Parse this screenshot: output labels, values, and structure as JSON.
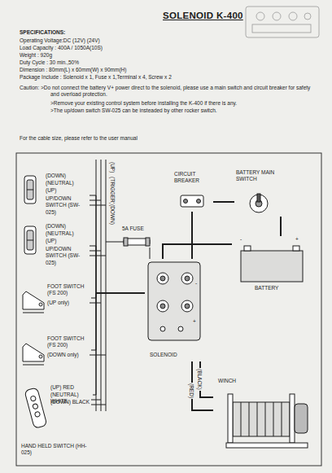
{
  "diagram": {
    "title": "SOLENOID K-400",
    "nodes": [
      {
        "text": [
          "(DOWN)",
          "(NEUTRAL)",
          "(UP)",
          "UP/DOWN SWITCH (SW-025)"
        ]
      },
      {
        "text": [
          "(DOWN)",
          "(NEUTRAL)",
          "(UP)",
          "UP/DOWN SWITCH (SW-025)"
        ]
      },
      {
        "text": [
          "FOOT SWITCH (FS 200)",
          "(UP only)"
        ]
      },
      {
        "text": [
          "FOOT SWITCH (FS 200)",
          "(DOWN only)"
        ]
      },
      {
        "text": [
          "(UP) RED",
          "(NEUTRAL) WHITE",
          "(DOWN) BLACK",
          "HAND HELD SWITCH (HH-025)"
        ]
      },
      {
        "text": [
          "5A FUSE"
        ]
      },
      {
        "text": [
          "CIRCUIT BREAKER"
        ]
      },
      {
        "text": [
          "BATTERY MAIN SWITCH"
        ]
      },
      {
        "text": [
          "-",
          "+",
          "BATTERY"
        ]
      },
      {
        "text": [
          "SOLENOID"
        ]
      },
      {
        "text": [
          "WINCH"
        ]
      }
    ],
    "edges": [
      {
        "from": 0,
        "to": 9,
        "arrow": "none"
      },
      {
        "from": 1,
        "to": 9,
        "arrow": "none"
      },
      {
        "from": 2,
        "to": 9,
        "arrow": "none"
      },
      {
        "from": 3,
        "to": 9,
        "arrow": "none"
      },
      {
        "from": 4,
        "to": 9,
        "arrow": "none"
      },
      {
        "from": 5,
        "to": 9,
        "arrow": "none"
      },
      {
        "from": 9,
        "to": 6,
        "arrow": "none"
      },
      {
        "from": 6,
        "to": 7,
        "arrow": "none"
      },
      {
        "from": 7,
        "to": 8,
        "arrow": "none"
      },
      {
        "from": 8,
        "to": 9,
        "arrow": "none"
      },
      {
        "from": 9,
        "to": 10,
        "label": "(BLACK)",
        "arrow": "none"
      },
      {
        "from": 9,
        "to": 10,
        "label": "(RED)",
        "arrow": "none"
      }
    ],
    "labels": [
      "SPECIFICATIONS:",
      "Operating Voltage:DC (12V) (24V)",
      "Load Capacity : 400A / 1050A(10S)",
      "Weight : 920g",
      "Duty Cycle : 30 min.,50%",
      "Dimension : 80mm(L) x 60mm(W) x 90mm(H)",
      "Package Include : Solenoid x 1, Fuse x 1,Terminal x 4, Screw x 2",
      "Caution: >Do not connect the battery V+ power direct to the solenoid, please use a main switch and circuit breaker for safety and overload protection.",
      ">Remove your existing control system before installing the K-400 if there is any.",
      ">The up/down switch SW-025 can be insteaded by other rocker switch.",
      "For the cable size, please refer to the user manual",
      "(UP)",
      "(TRIGGER)",
      "(DOWN)",
      "+",
      "-"
    ]
  }
}
